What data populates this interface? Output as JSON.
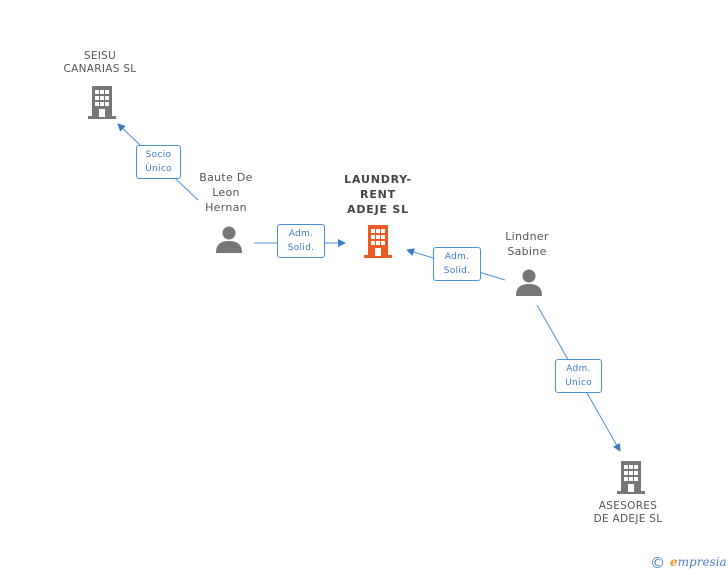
{
  "nodes": {
    "seisu": {
      "label": "SEISU\nCANARIAS SL",
      "type": "company"
    },
    "baute": {
      "label": "Baute De\nLeon\nHernan",
      "type": "person"
    },
    "laundry": {
      "label": "LAUNDRY-\nRENT\nADEJE SL",
      "type": "company",
      "focus": true
    },
    "lindner": {
      "label": "Lindner\nSabine",
      "type": "person"
    },
    "asesores": {
      "label": "ASESORES\nDE ADEJE SL",
      "type": "company"
    }
  },
  "edges": {
    "baute_seisu": {
      "line1": "Socio",
      "line2": "Único"
    },
    "baute_laundry": {
      "line1": "Adm.",
      "line2": "Solid."
    },
    "lindner_laundry": {
      "line1": "Adm.",
      "line2": "Solid."
    },
    "lindner_asesores": {
      "line1": "Adm.",
      "line2": "Unico"
    }
  },
  "colors": {
    "company": "#777777",
    "focus_company": "#ee5a24",
    "person": "#777777",
    "edge": "#4a90d9"
  },
  "footer": {
    "copyright": "©",
    "brand_initial": "e",
    "brand_rest": "mpresia"
  }
}
